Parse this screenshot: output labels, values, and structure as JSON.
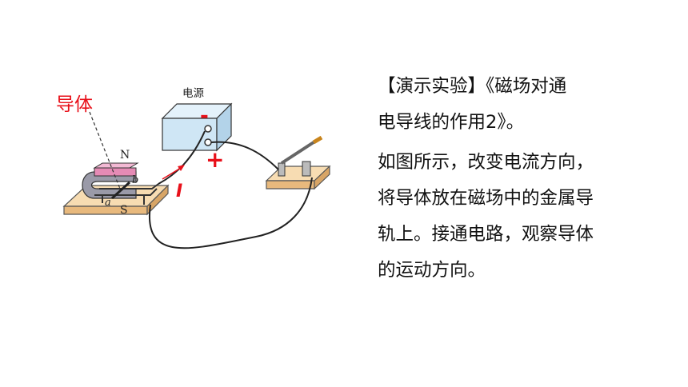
{
  "diagram": {
    "conductor_label": "导体",
    "power_label": "电源",
    "minus_sign": "-",
    "plus_sign": "+",
    "current_label": "I",
    "pole_n": "N",
    "pole_s": "S",
    "rail_a": "a",
    "rail_b": "b"
  },
  "text": {
    "line1": "【演示实验】《磁场对通",
    "line2": "电导线的作用2》。",
    "line3": "如图所示，改变电流方向，",
    "line4": "将导体放在磁场中的金属导",
    "line5": "轨上。接通电路，观察导体",
    "line6": "的运动方向。"
  },
  "colors": {
    "label_red": "#e8101a",
    "box_blue": "#cfe6f5",
    "magnet_pink": "#e58bb5",
    "wood": "#f1cf9c"
  }
}
